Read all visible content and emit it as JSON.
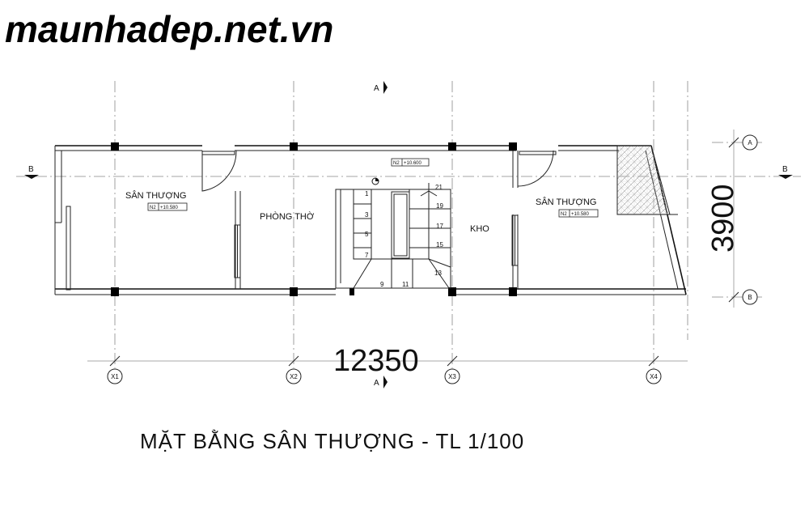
{
  "watermark": "maunhadep.net.vn",
  "plan_title": "MẶT BẰNG SÂN THƯỢNG - TL 1/100",
  "rooms": {
    "roof_terrace_left": "SÂN THƯỢNG",
    "altar_room": "PHÒNG THỜ",
    "storage": "KHO",
    "roof_terrace_right": "SÂN THƯỢNG"
  },
  "level_tags": {
    "left": {
      "code": "N2",
      "level": "+10.580"
    },
    "center": {
      "code": "N2",
      "level": "+10.600"
    },
    "right": {
      "code": "N2",
      "level": "+10.580"
    }
  },
  "dimensions": {
    "total_length": "12350",
    "width": "3900"
  },
  "grid_axes": {
    "columns": [
      "X1",
      "X2",
      "X3",
      "X4"
    ],
    "rows": [
      "A",
      "B"
    ]
  },
  "section_marks": {
    "vertical": "A",
    "horizontal": "B"
  },
  "stair_steps": [
    "1",
    "3",
    "5",
    "7",
    "9",
    "11",
    "13",
    "15",
    "17",
    "19",
    "21"
  ]
}
